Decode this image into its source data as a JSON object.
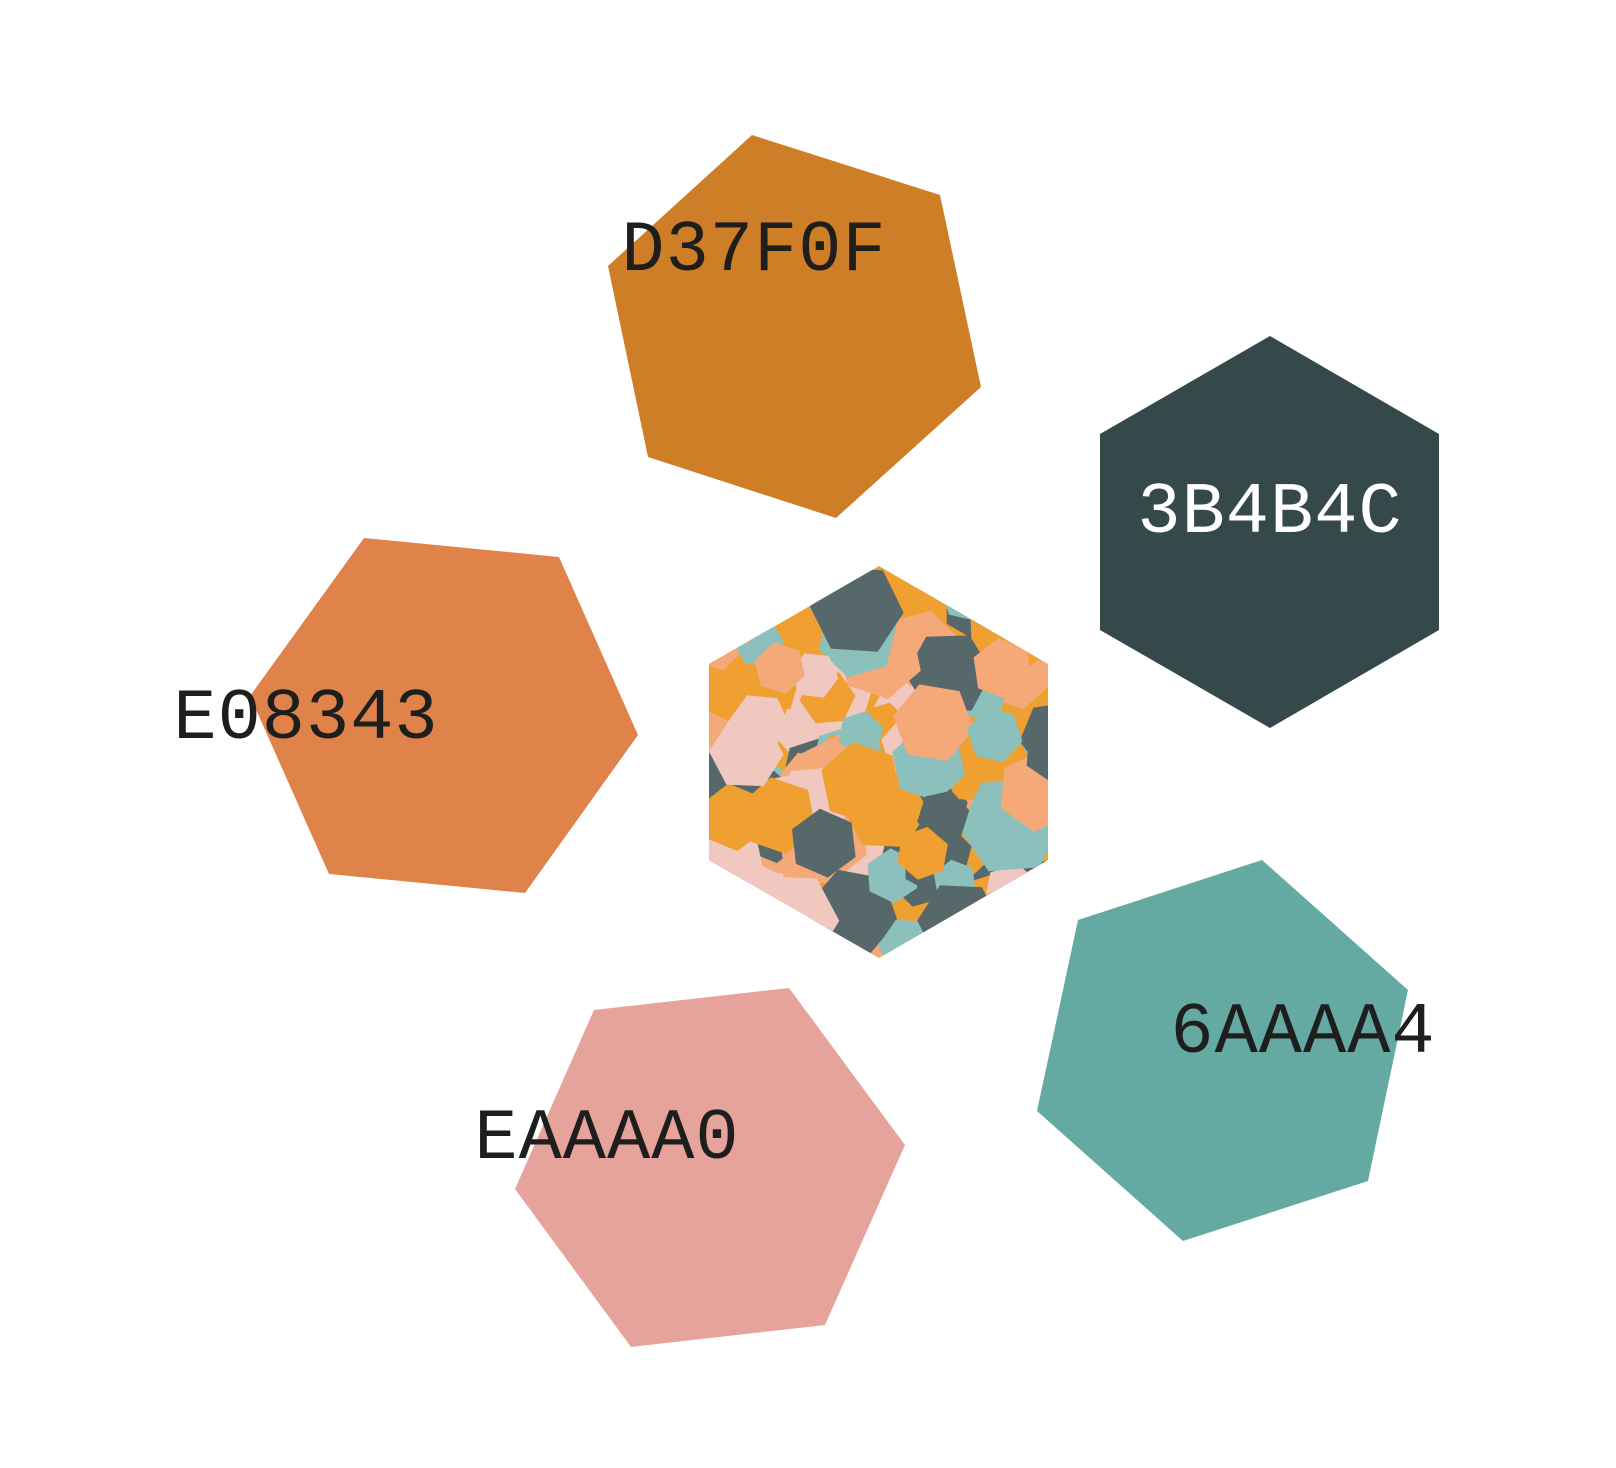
{
  "swatches": [
    {
      "id": "d37f0f",
      "hex": "D37F0F",
      "color": "#CD7E26",
      "text_color": "#1e1e1e"
    },
    {
      "id": "3b4b4c",
      "hex": "3B4B4C",
      "color": "#36494A",
      "text_color": "#ffffff"
    },
    {
      "id": "e08343",
      "hex": "E08343",
      "color": "#DF834B",
      "text_color": "#1e1e1e"
    },
    {
      "id": "6aaaa4",
      "hex": "6AAAA4",
      "color": "#64AAA3",
      "text_color": "#1e1e1e"
    },
    {
      "id": "eaaaa0",
      "hex": "EAAAA0",
      "color": "#E6A39B",
      "text_color": "#1e1e1e"
    }
  ],
  "pattern_colors": [
    "#F0A030",
    "#F5A878",
    "#F0C8C0",
    "#8CC0BC",
    "#56686A"
  ],
  "background": "#ffffff"
}
